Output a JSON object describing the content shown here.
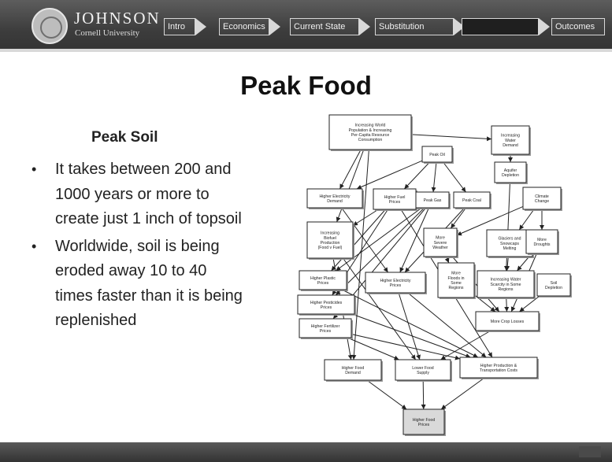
{
  "header": {
    "logo_name": "JOHNSON",
    "logo_sub": "Cornell University",
    "nav": [
      "Intro",
      "Economics",
      "Current State",
      "Substitution",
      "",
      "Outcomes"
    ]
  },
  "slide": {
    "title": "Peak Food",
    "subtitle": "Peak Soil",
    "bullets": [
      "It takes between 200 and 1000 years or more to create just 1 inch of topsoil",
      "Worldwide, soil is being eroded away 10 to 40 times faster than it is being replenished"
    ]
  },
  "diagram": {
    "nodes": [
      {
        "id": "pop",
        "lines": [
          "Increasing World",
          "Population & Increasing",
          "Per-Capita Resource",
          "Consumption"
        ]
      },
      {
        "id": "water",
        "lines": [
          "Increasing",
          "Water",
          "Demand"
        ]
      },
      {
        "id": "oil",
        "lines": [
          "Peak Oil"
        ]
      },
      {
        "id": "aquifer",
        "lines": [
          "Aquifer",
          "Depletion"
        ]
      },
      {
        "id": "elecDemand",
        "lines": [
          "Higher Electricity",
          "Demand"
        ]
      },
      {
        "id": "fuel",
        "lines": [
          "Higher Fuel",
          "Prices"
        ]
      },
      {
        "id": "gas",
        "lines": [
          "Peak Gas"
        ]
      },
      {
        "id": "coal",
        "lines": [
          "Peak Coal"
        ]
      },
      {
        "id": "climate",
        "lines": [
          "Climate",
          "Change"
        ]
      },
      {
        "id": "biofuel",
        "lines": [
          "Increasing",
          "Biofuel",
          "Production",
          "(Food v Fuel)"
        ]
      },
      {
        "id": "weather",
        "lines": [
          "More",
          "Severe",
          "Weather"
        ]
      },
      {
        "id": "glaciers",
        "lines": [
          "Glaciers and",
          "Snowcaps",
          "Melting"
        ]
      },
      {
        "id": "droughts",
        "lines": [
          "More",
          "Droughts"
        ]
      },
      {
        "id": "plastic",
        "lines": [
          "Higher Plastic",
          "Prices"
        ]
      },
      {
        "id": "elecPrices",
        "lines": [
          "Higher Electricity",
          "Prices"
        ]
      },
      {
        "id": "floods",
        "lines": [
          "More",
          "Floods in",
          "Some",
          "Regions"
        ]
      },
      {
        "id": "scarcity",
        "lines": [
          "Increasing Water",
          "Scarcity in Some",
          "Regions"
        ]
      },
      {
        "id": "soil",
        "lines": [
          "Soil",
          "Depletion"
        ]
      },
      {
        "id": "pesticide",
        "lines": [
          "Higher Pesticides",
          "Prices"
        ]
      },
      {
        "id": "cropLoss",
        "lines": [
          "More Crop Losses"
        ]
      },
      {
        "id": "fertilizer",
        "lines": [
          "Higher Fertilizer",
          "Prices"
        ]
      },
      {
        "id": "foodDemand",
        "lines": [
          "Higher Food",
          "Demand"
        ]
      },
      {
        "id": "supply",
        "lines": [
          "Lower Food",
          "Supply"
        ]
      },
      {
        "id": "costs",
        "lines": [
          "Higher Production &",
          "Transportation Costs"
        ]
      },
      {
        "id": "foodPrices",
        "lines": [
          "Higher Food",
          "Prices"
        ]
      }
    ],
    "edges": [
      [
        "pop",
        "elecDemand"
      ],
      [
        "pop",
        "biofuel"
      ],
      [
        "pop",
        "water"
      ],
      [
        "pop",
        "foodDemand"
      ],
      [
        "water",
        "aquifer"
      ],
      [
        "aquifer",
        "scarcity"
      ],
      [
        "oil",
        "fuel"
      ],
      [
        "oil",
        "gas"
      ],
      [
        "oil",
        "coal"
      ],
      [
        "oil",
        "elecDemand"
      ],
      [
        "elecDemand",
        "elecPrices"
      ],
      [
        "fuel",
        "plastic"
      ],
      [
        "fuel",
        "pesticide"
      ],
      [
        "fuel",
        "costs"
      ],
      [
        "fuel",
        "biofuel"
      ],
      [
        "gas",
        "elecPrices"
      ],
      [
        "gas",
        "fertilizer"
      ],
      [
        "gas",
        "pesticide"
      ],
      [
        "gas",
        "plastic"
      ],
      [
        "coal",
        "elecPrices"
      ],
      [
        "coal",
        "weather"
      ],
      [
        "climate",
        "weather"
      ],
      [
        "climate",
        "glaciers"
      ],
      [
        "climate",
        "droughts"
      ],
      [
        "weather",
        "floods"
      ],
      [
        "weather",
        "cropLoss"
      ],
      [
        "glaciers",
        "scarcity"
      ],
      [
        "droughts",
        "scarcity"
      ],
      [
        "droughts",
        "cropLoss"
      ],
      [
        "biofuel",
        "supply"
      ],
      [
        "biofuel",
        "foodDemand"
      ],
      [
        "plastic",
        "costs"
      ],
      [
        "elecPrices",
        "costs"
      ],
      [
        "elecPrices",
        "supply"
      ],
      [
        "floods",
        "cropLoss"
      ],
      [
        "scarcity",
        "cropLoss"
      ],
      [
        "soil",
        "cropLoss"
      ],
      [
        "pesticide",
        "costs"
      ],
      [
        "fertilizer",
        "costs"
      ],
      [
        "fertilizer",
        "supply"
      ],
      [
        "cropLoss",
        "supply"
      ],
      [
        "foodDemand",
        "foodPrices"
      ],
      [
        "supply",
        "foodPrices"
      ],
      [
        "costs",
        "foodPrices"
      ]
    ]
  }
}
